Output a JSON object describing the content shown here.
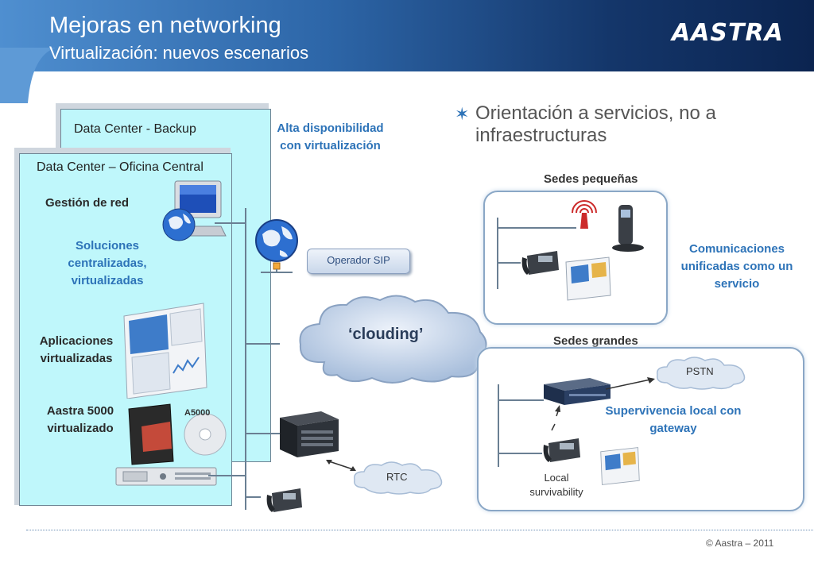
{
  "header": {
    "title": "Mejoras en networking",
    "subtitle": "Virtualización: nuevos escenarios",
    "logo": "AASTRA"
  },
  "datacenter": {
    "backup_title": "Data Center - Backup",
    "central_title": "Data Center – Oficina Central",
    "gestion_label": "Gestión de red",
    "soluciones_label": "Soluciones centralizadas, virtualizadas",
    "aplicaciones_label": "Aplicaciones virtualizadas",
    "aastra_label": "Aastra 5000 virtualizado",
    "a5000_badge": "A5000"
  },
  "alta_label": "Alta disponibilidad con virtualización",
  "operador_label": "Operador SIP",
  "clouding_label": "‘clouding’",
  "rtc_label": "RTC",
  "bullet": {
    "star": "✶",
    "text": "Orientación a servicios, no a infraestructuras"
  },
  "sedes_pequenas": {
    "title": "Sedes pequeñas",
    "comunicaciones_label": "Comunicaciones unificadas como un servicio"
  },
  "sedes_grandes": {
    "title": "Sedes grandes",
    "pstn_label": "PSTN",
    "supervivencia_label": "Supervivencia local con gateway",
    "local_label": "Local survivability"
  },
  "footer": {
    "copyright": "© Aastra – 2011"
  },
  "colors": {
    "accent_blue": "#2d73b8",
    "datacenter_fill": "#bff7fb",
    "header_dark": "#0b2450"
  }
}
